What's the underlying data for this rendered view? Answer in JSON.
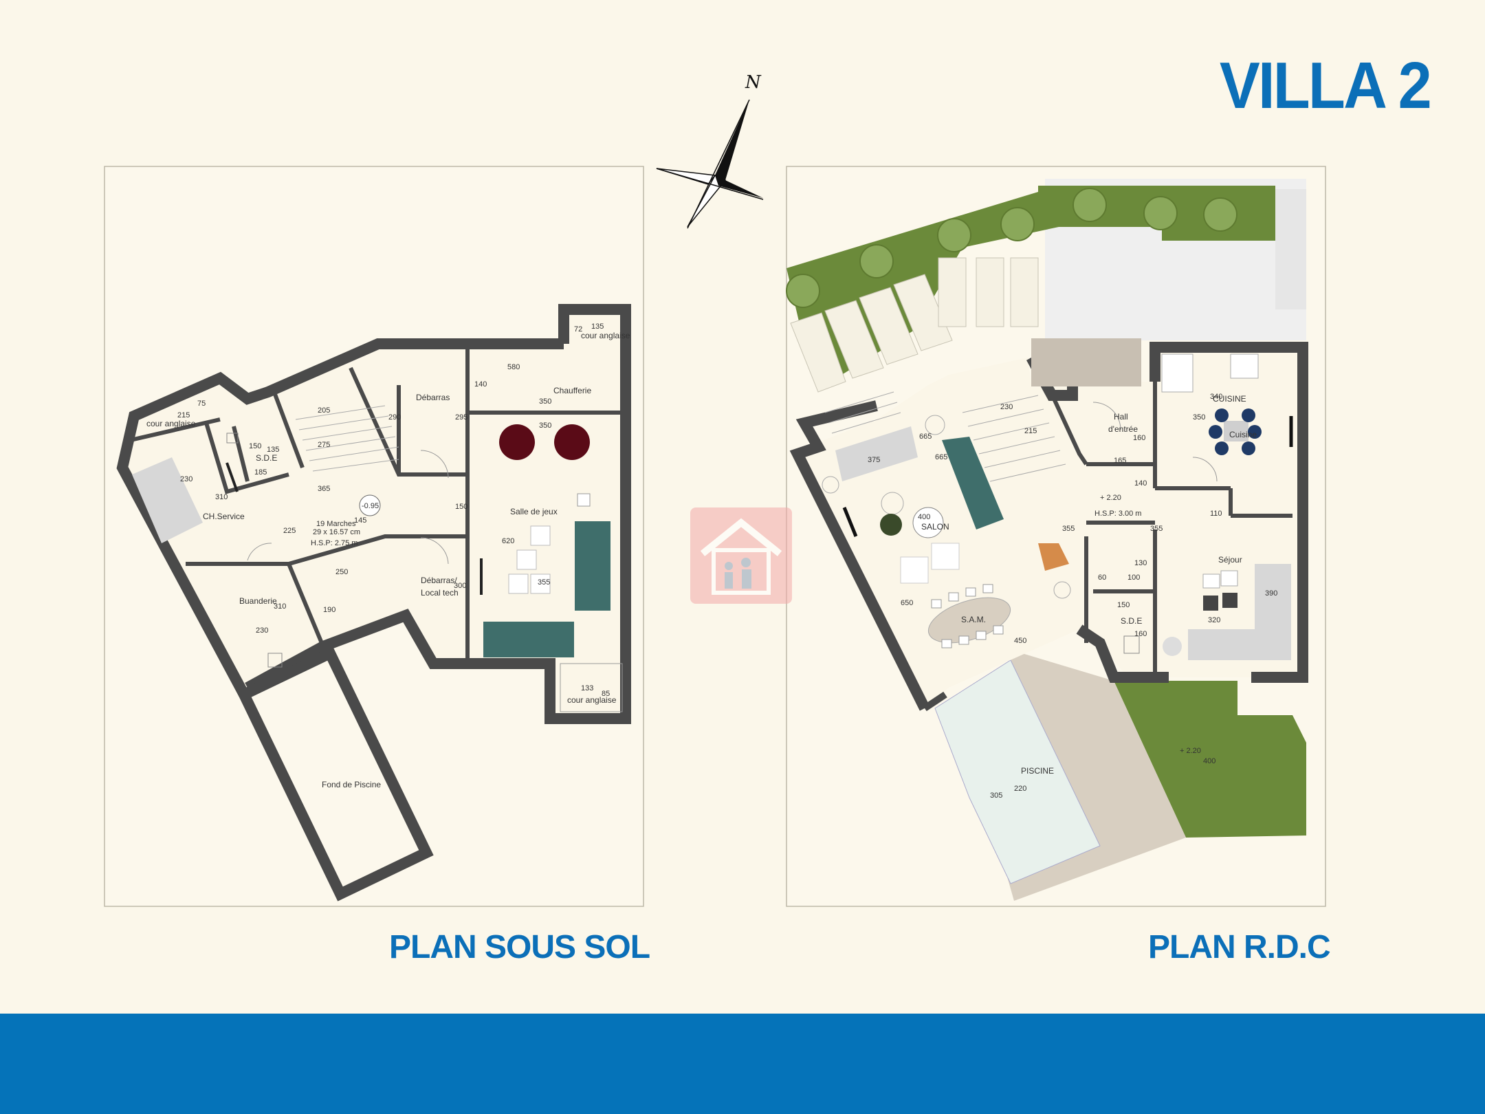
{
  "title": "VILLA 2",
  "compass": {
    "north_label": "N"
  },
  "plans": {
    "sous_sol": {
      "label": "PLAN SOUS SOL",
      "rooms": {
        "cour_anglaise_left": "cour anglaise",
        "cour_anglaise_top": "cour anglaise",
        "cour_anglaise_bottom": "cour anglaise",
        "sde": "S.D.E",
        "ch_service": "CH.Service",
        "debarras": "Débarras",
        "chaufferie": "Chaufferie",
        "salle_de_jeux": "Salle de jeux",
        "debarras_local_1": "Débarras/",
        "debarras_local_2": "Local tech",
        "buanderie": "Buanderie",
        "fond_piscine": "Fond de Piscine",
        "stairs_1": "19 Marches",
        "stairs_2": "29 x 16.57 cm",
        "hsp": "H.S.P: 2.75 m",
        "level": "-0.95"
      },
      "dims": [
        "215",
        "75",
        "150",
        "135",
        "185",
        "230",
        "310",
        "205",
        "275",
        "365",
        "225",
        "145",
        "290",
        "295",
        "580",
        "140",
        "350",
        "350",
        "150",
        "620",
        "355",
        "300",
        "250",
        "190",
        "310",
        "230",
        "135",
        "72",
        "133",
        "85"
      ]
    },
    "rdc": {
      "label": "PLAN  R.D.C",
      "rooms": {
        "hall_1": "Hall",
        "hall_2": "d'entrée",
        "cuisine_upper": "CUISINE",
        "cuisine": "Cuisine",
        "salon": "SALON",
        "sam": "S.A.M.",
        "sde": "S.D.E",
        "sejour": "Séjour",
        "piscine": "PISCINE",
        "level": "+ 2.20",
        "hsp": "H.S.P: 3.00 m",
        "garden_level": "+ 2.20"
      },
      "dims": [
        "230",
        "215",
        "160",
        "165",
        "340",
        "350",
        "375",
        "665",
        "665",
        "400",
        "355",
        "140",
        "110",
        "355",
        "60",
        "100",
        "130",
        "150",
        "160",
        "320",
        "390",
        "650",
        "450",
        "305",
        "220",
        "400"
      ]
    }
  },
  "colors": {
    "background": "#fbf7ea",
    "accent": "#0b6fb8",
    "footer": "#0573b9",
    "wall": "#4a4a4a",
    "grass": "#6b8a3a",
    "pool": "#e8f1ec",
    "deck": "#d8cfc1",
    "sofa_teal": "#3f6e6b",
    "pouf_maroon": "#5a0b17",
    "chair_navy": "#1f3a66"
  },
  "watermark": {
    "icon": "house-family-icon"
  }
}
